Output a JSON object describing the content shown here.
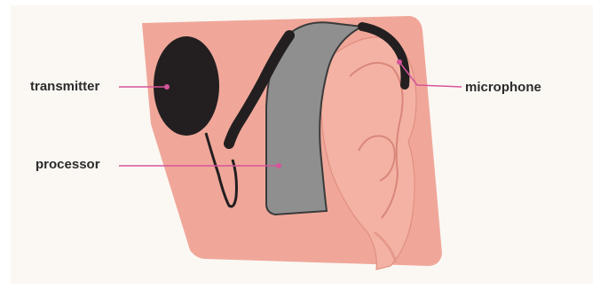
{
  "labels": {
    "transmitter": "transmitter",
    "processor": "processor",
    "microphone": "microphone"
  },
  "colors": {
    "background": "#fbf8f3",
    "head": "#f0a79a",
    "ear": "#f3b2a4",
    "device": "#231f20",
    "processor": "#8f8f8f",
    "leader": "#d6549b"
  }
}
